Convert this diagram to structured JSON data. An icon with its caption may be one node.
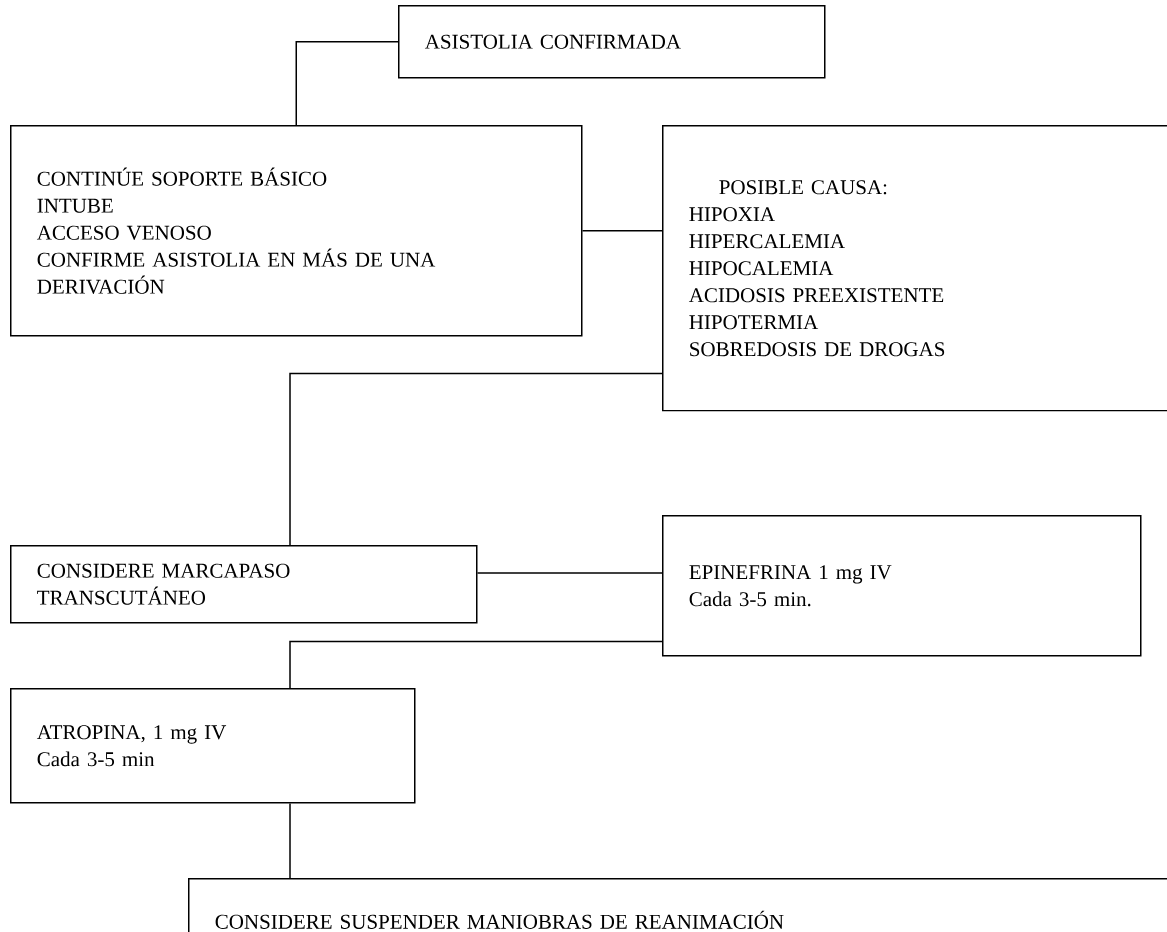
{
  "diagram": {
    "nodes": [
      {
        "text": [
          "ASISTOLIA CONFIRMADA"
        ]
      },
      {
        "text": [
          "CONTINÚE SOPORTE BÁSICO",
          "INTUBE",
          "ACCESO VENOSO",
          "CONFIRME ASISTOLIA EN MÁS DE UNA DERIVACIÓN"
        ]
      },
      {
        "text": [
          "POSIBLE CAUSA:",
          "HIPOXIA",
          "HIPERCALEMIA",
          "HIPOCALEMIA",
          "ACIDOSIS PREEXISTENTE",
          "HIPOTERMIA",
          "SOBREDOSIS DE DROGAS"
        ]
      },
      {
        "text": [
          "CONSIDERE MARCAPASO TRANSCUTÁNEO"
        ]
      },
      {
        "text": [
          "EPINEFRINA 1 mg IV",
          "Cada 3-5 min."
        ]
      },
      {
        "text": [
          "ATROPINA, 1 mg IV",
          "Cada 3-5 min"
        ]
      },
      {
        "text": [
          "CONSIDERE SUSPENDER MANIOBRAS DE REANIMACIÓN"
        ]
      }
    ],
    "edges": [
      {
        "from": 0,
        "to": 1,
        "arrow": "none"
      },
      {
        "from": 1,
        "to": 2,
        "arrow": "none"
      },
      {
        "from": 2,
        "to": 3,
        "arrow": "none"
      },
      {
        "from": 3,
        "to": 4,
        "arrow": "none"
      },
      {
        "from": 4,
        "to": 5,
        "arrow": "none"
      },
      {
        "from": 5,
        "to": 6,
        "arrow": "none"
      }
    ]
  }
}
